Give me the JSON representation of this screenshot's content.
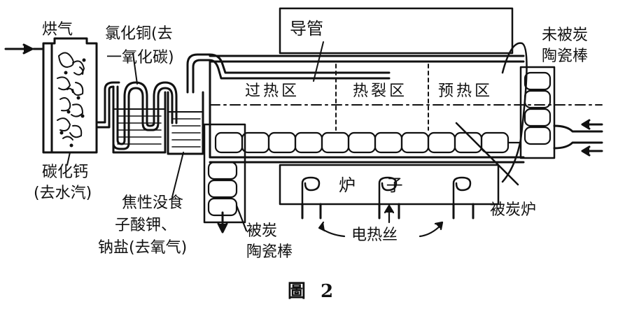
{
  "labels": {
    "gas_in": "烘气",
    "copper_chloride_line1": "氯化铜(去",
    "copper_chloride_line2": "一氧化碳)",
    "calcium_carbide_line1": "碳化钙",
    "calcium_carbide_line2": "(去水汽)",
    "pyrogallol_line1": "焦性没食",
    "pyrogallol_line2": "子酸钾、",
    "pyrogallol_line3": "钠盐(去氧气)",
    "guide_tube": "导管",
    "superheat_zone": "过热区",
    "cracking_zone": "热裂区",
    "preheat_zone": "预热区",
    "uncoated_rods_line1": "未被炭",
    "uncoated_rods_line2": "陶瓷棒",
    "coated_rods_line1": "被炭",
    "coated_rods_line2": "陶瓷棒",
    "furnace_text": "炉 子",
    "carbon_furnace": "被炭炉",
    "heating_wire": "电热丝",
    "figure_caption": "圖 2"
  },
  "colors": {
    "ink": "#111111",
    "background": "#ffffff"
  }
}
